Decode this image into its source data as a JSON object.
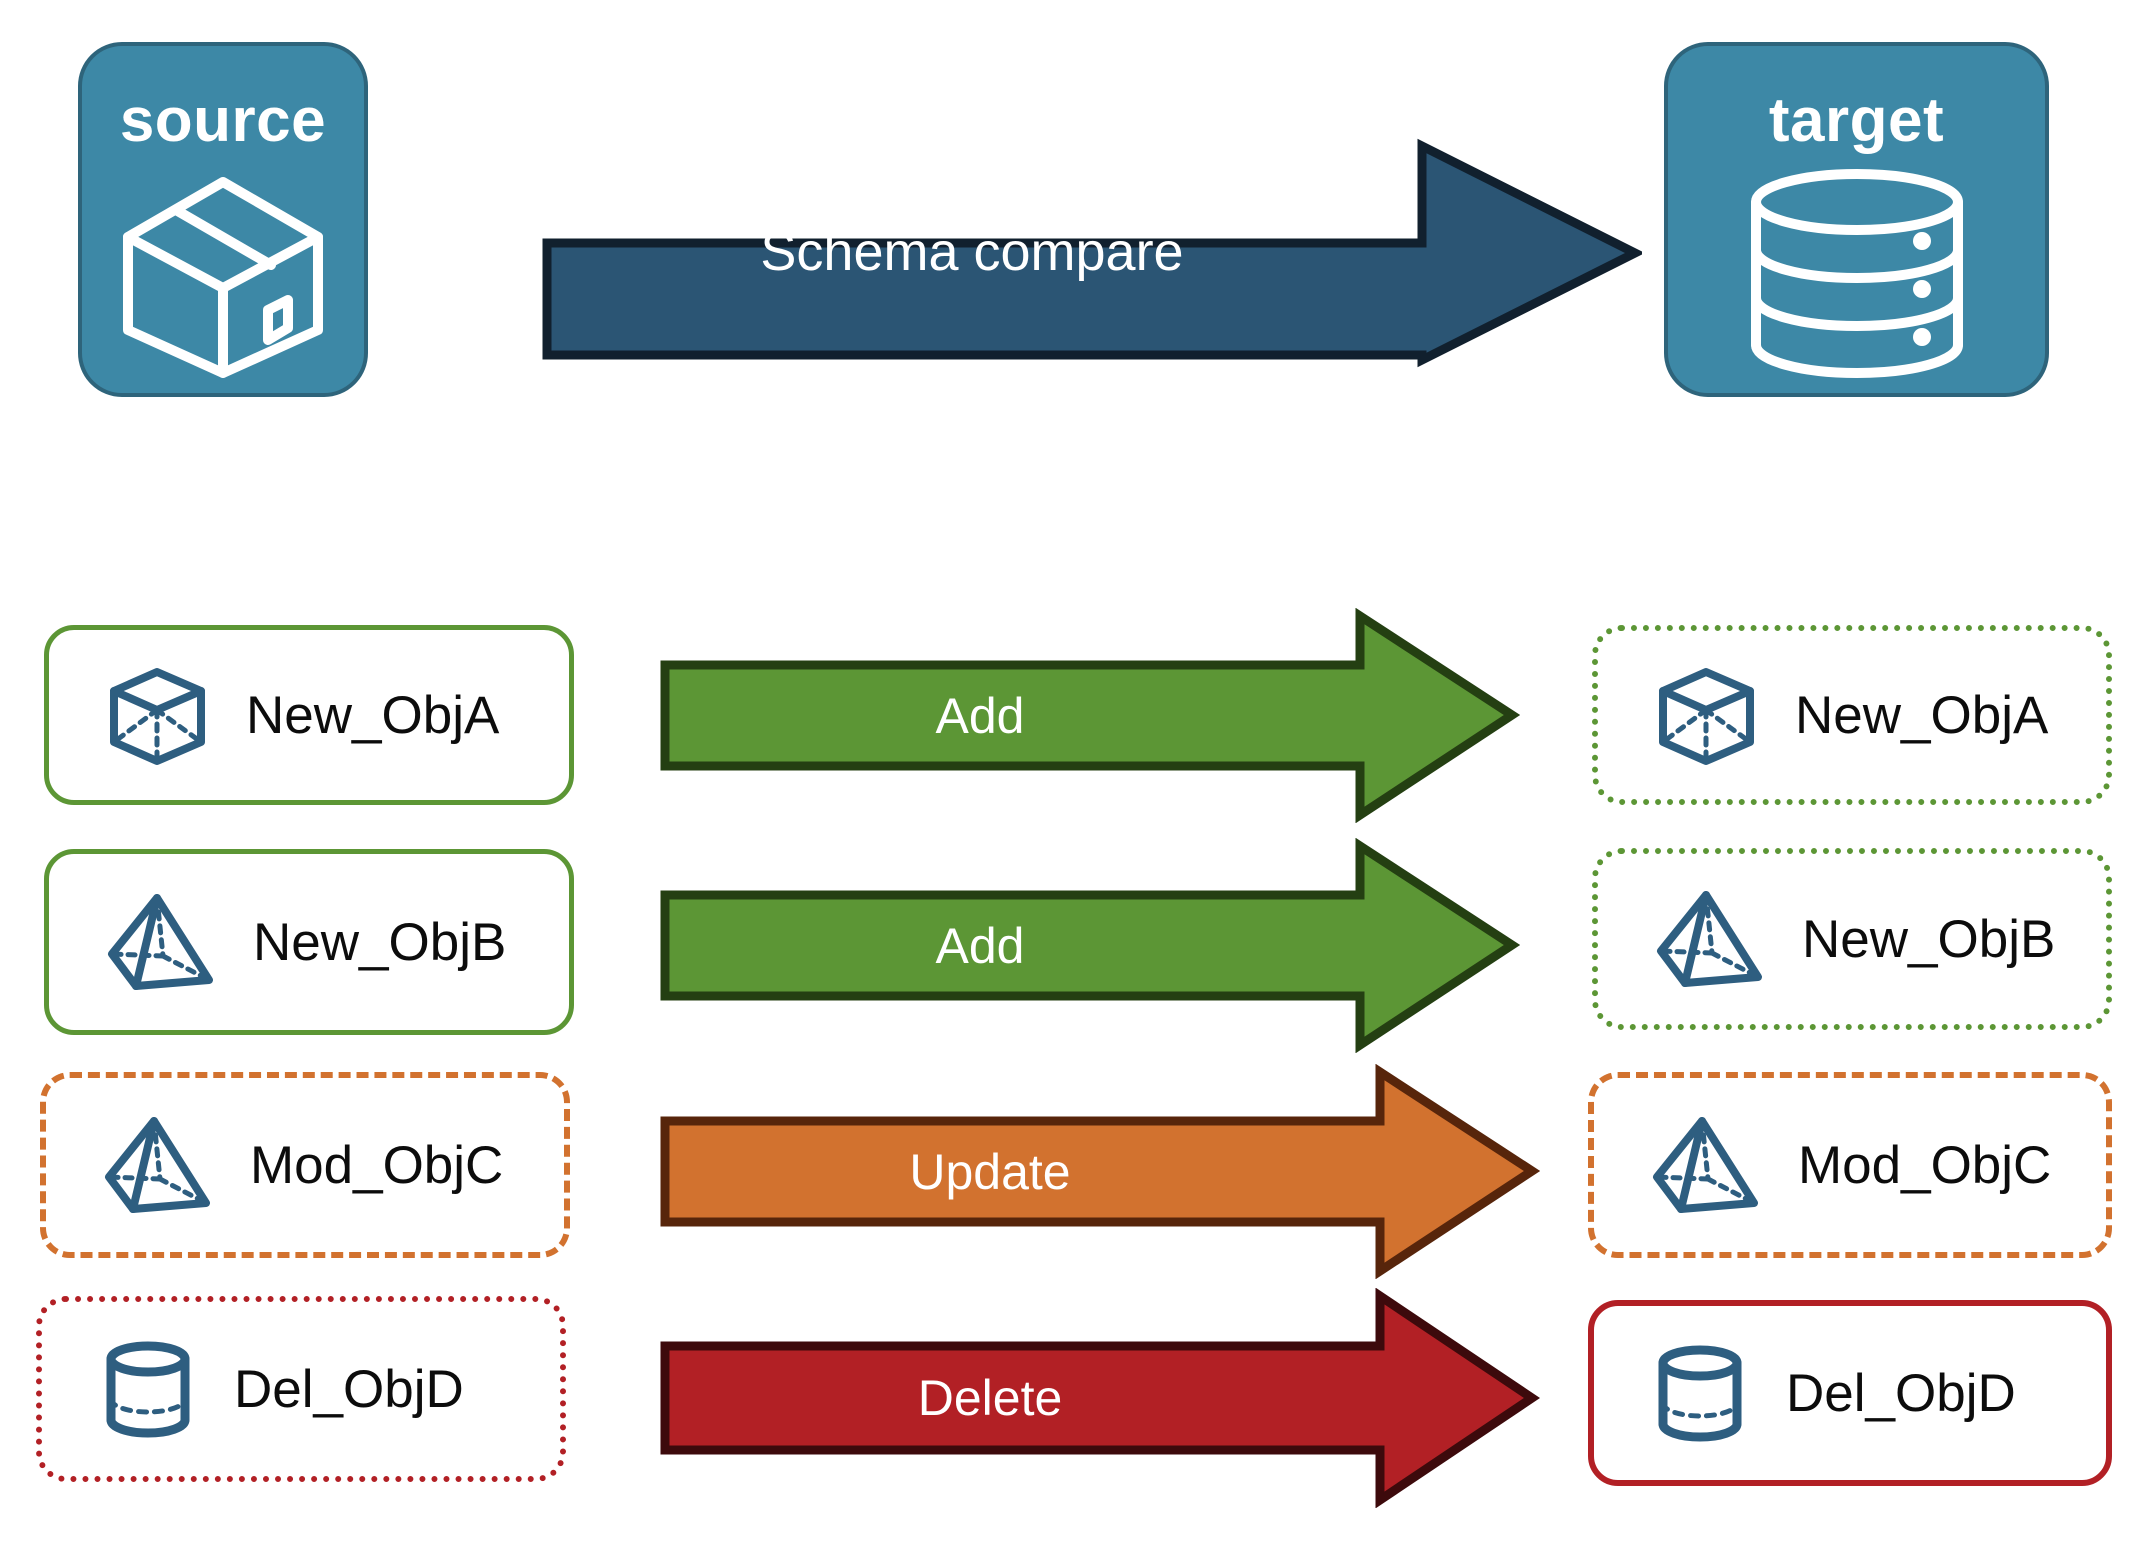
{
  "endpoints": {
    "source": {
      "title": "source",
      "icon": "package-box-icon",
      "fill": "#3D88A6",
      "stroke": "#2E647B"
    },
    "target": {
      "title": "target",
      "icon": "database-cylinder-icon",
      "fill": "#3D88A6",
      "stroke": "#2E647B"
    }
  },
  "main_arrow": {
    "label": "Schema compare",
    "fill": "#2B5574",
    "stroke": "#11202E"
  },
  "rows": [
    {
      "source": {
        "label": "New_ObjA",
        "icon": "wireframe-cube-icon",
        "border_style": "solid",
        "border_color": "#5C9635"
      },
      "arrow": {
        "label": "Add",
        "fill": "#5C9635",
        "stroke": "#243F12"
      },
      "target": {
        "label": "New_ObjA",
        "icon": "wireframe-cube-icon",
        "border_style": "dotted",
        "border_color": "#5C9635"
      }
    },
    {
      "source": {
        "label": "New_ObjB",
        "icon": "wireframe-pyramid-icon",
        "border_style": "solid",
        "border_color": "#5C9635"
      },
      "arrow": {
        "label": "Add",
        "fill": "#5C9635",
        "stroke": "#243F12"
      },
      "target": {
        "label": "New_ObjB",
        "icon": "wireframe-pyramid-icon",
        "border_style": "dotted",
        "border_color": "#5C9635"
      }
    },
    {
      "source": {
        "label": "Mod_ObjC",
        "icon": "wireframe-pyramid-icon",
        "border_style": "dashed",
        "border_color": "#D2722F"
      },
      "arrow": {
        "label": "Update",
        "fill": "#D2722F",
        "stroke": "#57250B"
      },
      "target": {
        "label": "Mod_ObjC",
        "icon": "wireframe-pyramid-icon",
        "border_style": "dashed",
        "border_color": "#D2722F"
      }
    },
    {
      "source": {
        "label": "Del_ObjD",
        "icon": "wireframe-cylinder-icon",
        "border_style": "dotted",
        "border_color": "#B22025"
      },
      "arrow": {
        "label": "Delete",
        "fill": "#B22025",
        "stroke": "#3D0A0C"
      },
      "target": {
        "label": "Del_ObjD",
        "icon": "wireframe-cylinder-icon",
        "border_style": "solid",
        "border_color": "#B22025"
      }
    }
  ],
  "palette": {
    "icon_blue": "#2E5E80",
    "card_background": "#ffffff",
    "page_background": "#ffffff"
  }
}
